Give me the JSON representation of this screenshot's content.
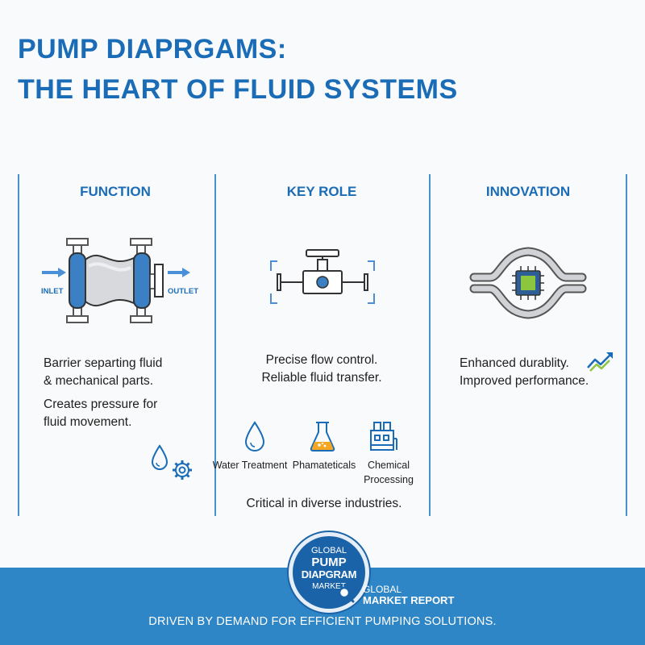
{
  "title": {
    "line1": "PUMP DIAPRGAMS:",
    "line2": "THE HEART OF FLUID SYSTEMS"
  },
  "columns": {
    "function": {
      "heading": "FUNCTION",
      "inlet_label": "INLET",
      "outlet_label": "OUTLET",
      "text1": [
        "Barrier separting fluid",
        "& mechanical parts."
      ],
      "text2": [
        "Creates pressure for",
        "fluid movement."
      ]
    },
    "key_role": {
      "heading": "KEY ROLE",
      "text": [
        "Precise flow control.",
        "Reliable fluid transfer."
      ],
      "industries": [
        "Water Treatment",
        "Phamateticals",
        "Chemical",
        "Processing"
      ],
      "summary": "Critical in diverse industries."
    },
    "innovation": {
      "heading": "INNOVATION",
      "text": [
        "Enhanced durablity.",
        "Improved performance."
      ]
    }
  },
  "badge": {
    "line1": "GLOBAL",
    "line2": "PUMP",
    "line3": "DIAPGRAM",
    "line4": "MARKET"
  },
  "report": {
    "line1": "GLOBAL",
    "line2": "MARKET REPORT"
  },
  "footer": "DRIVEN BY DEMAND FOR EFFICIENT PUMPING SOLUTIONS.",
  "colors": {
    "accent": "#1a6cb7",
    "footer_bg": "#2f86c6",
    "diaphragm_blue": "#3b7fc4",
    "chip_green": "#8cc63f"
  },
  "icons": [
    "arrow-right-icon",
    "diaphragm-pump-icon",
    "valve-icon",
    "chip-diaphragm-icon",
    "trend-up-icon",
    "water-drop-icon",
    "gear-icon",
    "flask-icon",
    "factory-icon",
    "magnifier-icon"
  ]
}
